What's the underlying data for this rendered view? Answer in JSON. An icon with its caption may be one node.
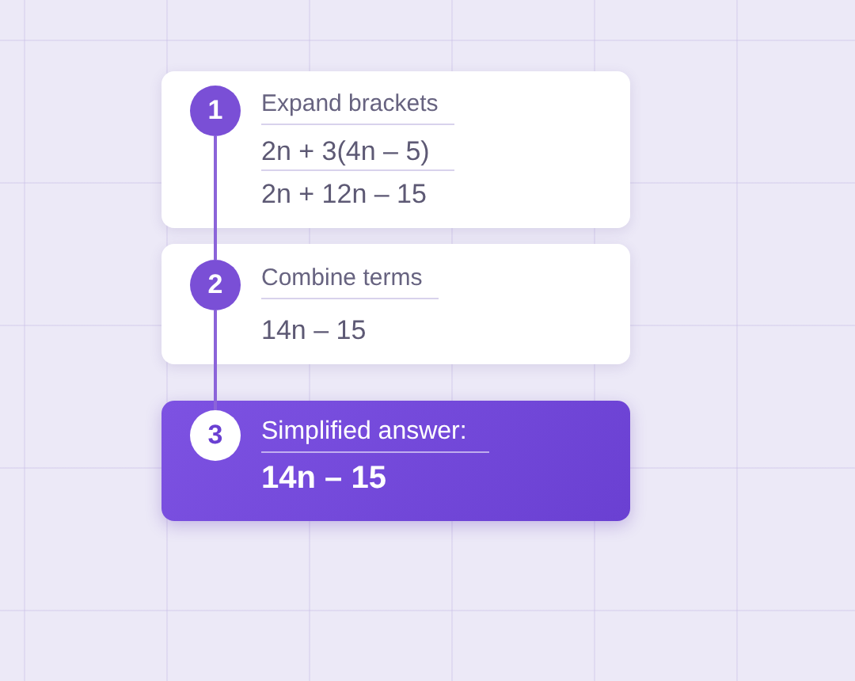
{
  "diagram": {
    "nodes": [
      {
        "text": [
          "Expand brackets",
          "2n + 3(4n – 5)",
          "2n + 12n – 15"
        ]
      },
      {
        "text": [
          "1"
        ],
        "in": 0
      },
      {
        "text": [
          "Combine terms",
          "14n – 15"
        ]
      },
      {
        "text": [
          "2"
        ],
        "in": 2
      },
      {
        "text": [
          "Simplified answer:",
          "14n – 15"
        ]
      },
      {
        "text": [
          "3"
        ],
        "in": 4
      }
    ],
    "edges": [
      {
        "from": 1,
        "to": 3,
        "arrow": "none"
      },
      {
        "from": 3,
        "to": 5,
        "arrow": "none"
      }
    ]
  }
}
